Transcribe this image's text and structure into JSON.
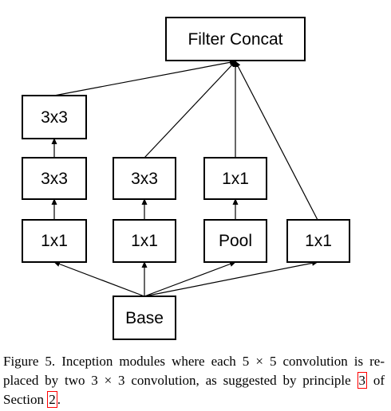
{
  "diagram": {
    "nodes": {
      "filter_concat": "Filter Concat",
      "b1_top": "3x3",
      "b1_mid": "3x3",
      "b1_bottom": "1x1",
      "b2_mid": "3x3",
      "b2_bottom": "1x1",
      "b3_mid": "1x1",
      "b3_bottom": "Pool",
      "b4_bottom": "1x1",
      "base": "Base"
    }
  },
  "caption": {
    "part1": "Figure 5. Inception modules where each 5 × 5 convolution is re-placed by two 3 × 3 convolution, as suggested by principle ",
    "ref1": "3",
    "part2": " of Section ",
    "ref2": "2",
    "part3": "."
  }
}
